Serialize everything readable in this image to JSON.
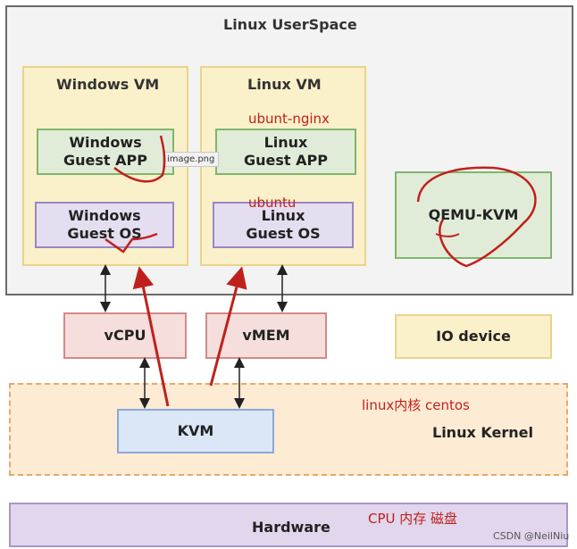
{
  "userspace": {
    "title": "Linux UserSpace"
  },
  "windows_vm": {
    "title": "Windows VM",
    "guest_app": "Windows\nGuest APP",
    "guest_os": "Windows\nGuest OS"
  },
  "linux_vm": {
    "title": "Linux VM",
    "guest_app": "Linux\nGuest APP",
    "guest_os": "Linux\nGuest OS"
  },
  "qemu": {
    "label": "QEMU-KVM"
  },
  "vcpu": {
    "label": "vCPU"
  },
  "vmem": {
    "label": "vMEM"
  },
  "io": {
    "label": "IO device"
  },
  "kvm": {
    "label": "KVM"
  },
  "kernel": {
    "label": "Linux Kernel"
  },
  "hardware": {
    "label": "Hardware"
  },
  "annotations": {
    "ubunt_nginx": "ubunt-nginx",
    "ubuntu": "ubuntu",
    "linux_kernel_note": "linux内核  centos",
    "hardware_note": "CPU 内存 磁盘"
  },
  "tooltip": "image.png",
  "watermark": "CSDN @NeilNiu",
  "colors": {
    "annotation_red": "#c0201c"
  }
}
